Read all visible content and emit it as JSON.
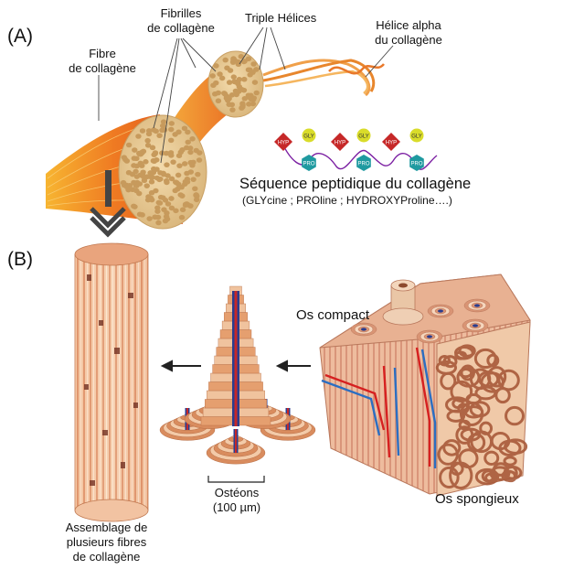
{
  "panels": {
    "a": "(A)",
    "b": "(B)"
  },
  "labels": {
    "fibre": [
      "Fibre",
      "de collagène"
    ],
    "fibrilles": [
      "Fibrilles",
      "de collagène"
    ],
    "triple": "Triple Hélices",
    "alpha": [
      "Hélice alpha",
      "du collagène"
    ],
    "sequence_title": "Séquence peptidique du collagène",
    "sequence_sub": "(GLYcine ; PROline ; HYDROXYProline….)",
    "os_compact": "Os compact",
    "osteons": [
      "Ostéons",
      "(100 µm)"
    ],
    "os_spongieux": "Os spongieux",
    "assemblage": [
      "Assemblage de",
      "plusieurs fibres",
      "de collagène"
    ]
  },
  "residues": {
    "hyp": "HYP",
    "gly": "GLY",
    "pro": "PRO"
  },
  "colors": {
    "hyp": "#c62828",
    "gly": "#d9dc2a",
    "pro": "#1f9aa0",
    "chain": "#7b1fa2"
  }
}
